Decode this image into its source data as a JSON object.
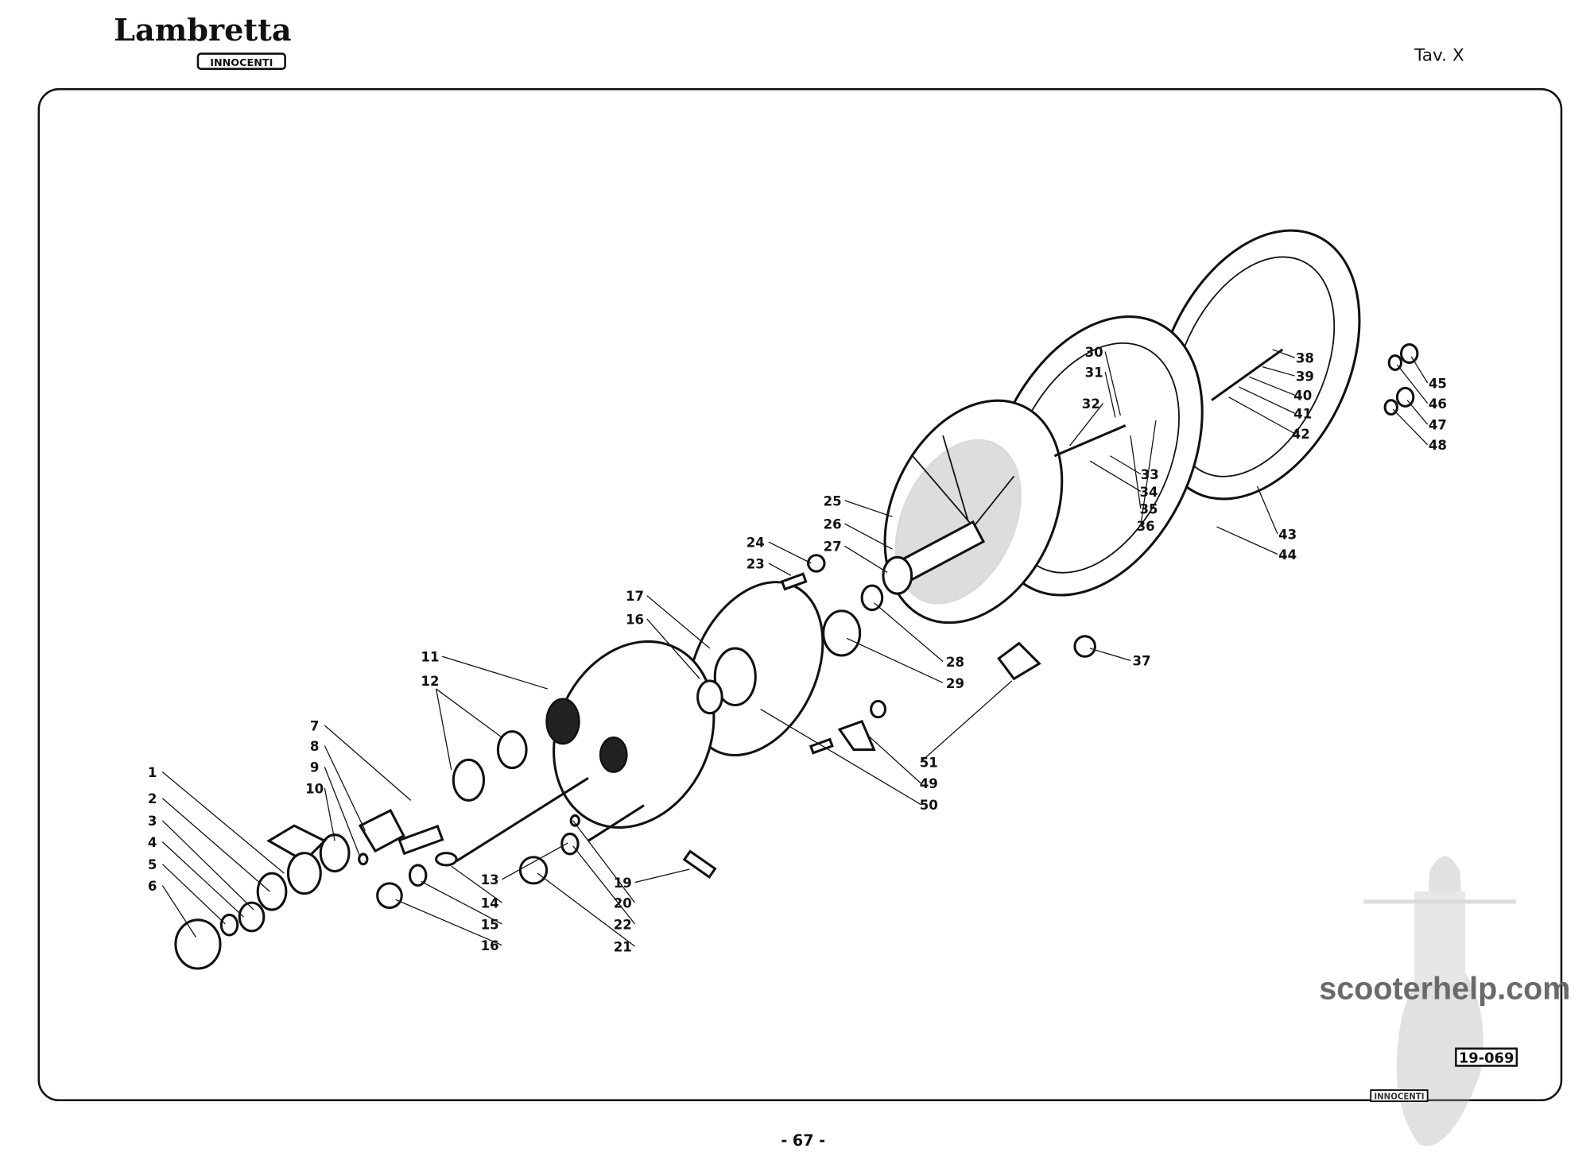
{
  "header": {
    "brand": "Lambretta",
    "brand_sub": "INNOCENTI",
    "plate": "Tav. X"
  },
  "diagram": {
    "callouts": [
      "1",
      "2",
      "3",
      "4",
      "5",
      "6",
      "7",
      "8",
      "9",
      "10",
      "11",
      "12",
      "13",
      "14",
      "15",
      "16",
      "16",
      "17",
      "19",
      "20",
      "21",
      "22",
      "23",
      "24",
      "25",
      "26",
      "27",
      "28",
      "29",
      "30",
      "31",
      "32",
      "33",
      "34",
      "35",
      "36",
      "37",
      "38",
      "39",
      "40",
      "41",
      "42",
      "43",
      "44",
      "45",
      "46",
      "47",
      "48",
      "49",
      "50",
      "51"
    ],
    "drawing_code": "19-069"
  },
  "footer": {
    "page_number": "- 67 -",
    "watermark": "scooterhelp.com",
    "watermark_badge": "INNOCENTI"
  }
}
